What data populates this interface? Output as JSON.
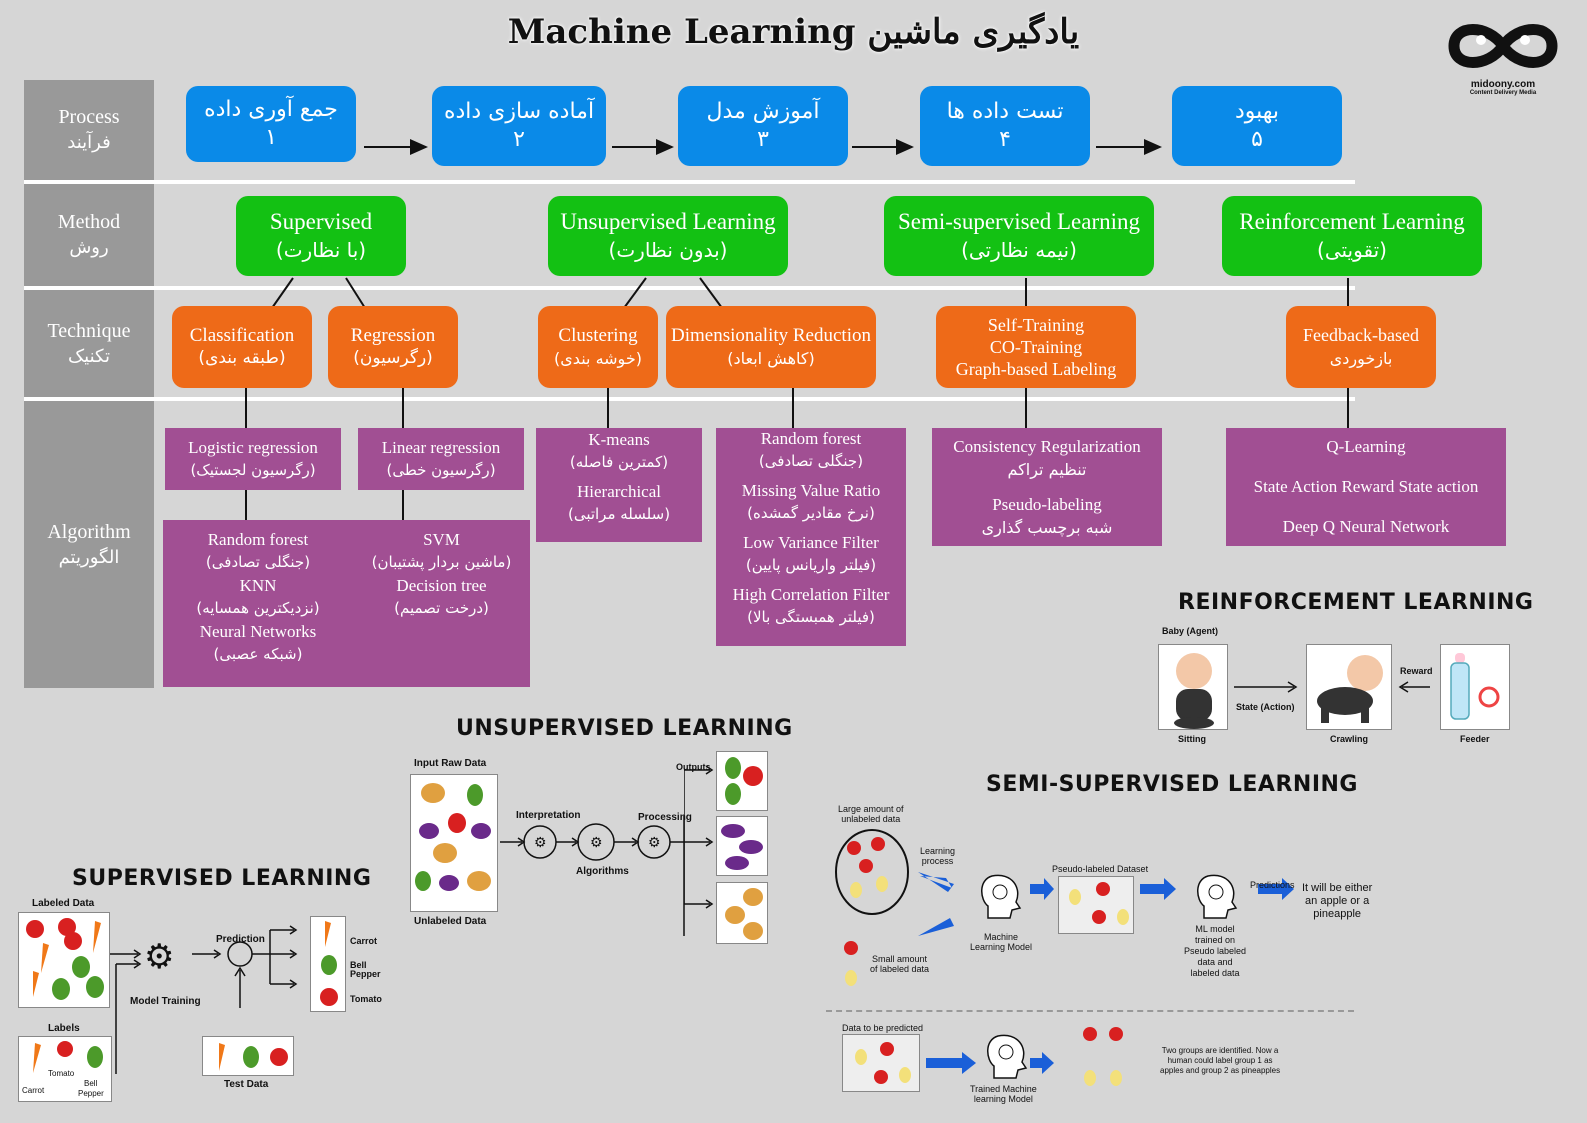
{
  "title": "Machine Learning یادگیری ماشین",
  "logo": {
    "name": "midoony.com",
    "tagline": "Content Delivery Media"
  },
  "rows": {
    "process": {
      "en": "Process",
      "fa": "فرآیند"
    },
    "method": {
      "en": "Method",
      "fa": "روش"
    },
    "technique": {
      "en": "Technique",
      "fa": "تکنیک"
    },
    "algorithm": {
      "en": "Algorithm",
      "fa": "الگوریتم"
    }
  },
  "process_steps": [
    {
      "label": "جمع آوری داده",
      "num": "۱"
    },
    {
      "label": "آماده سازی داده",
      "num": "۲"
    },
    {
      "label": "آموزش مدل",
      "num": "۳"
    },
    {
      "label": "تست داده ها",
      "num": "۴"
    },
    {
      "label": "بهبود",
      "num": "۵"
    }
  ],
  "methods": [
    {
      "en": "Supervised",
      "fa": "(با نظارت)"
    },
    {
      "en": "Unsupervised Learning",
      "fa": "(بدون نظارت)"
    },
    {
      "en": "Semi-supervised Learning",
      "fa": "(نیمه نظارتی)"
    },
    {
      "en": "Reinforcement Learning",
      "fa": "(تقویتی)"
    }
  ],
  "techniques": [
    {
      "en": "Classification",
      "fa": "(طبقه بندی)"
    },
    {
      "en": "Regression",
      "fa": "(رگرسیون)"
    },
    {
      "en": "Clustering",
      "fa": "(خوشه بندی)"
    },
    {
      "en": "Dimensionality Reduction",
      "fa": "(کاهش ابعاد)"
    },
    {
      "lines": [
        "Self-Training",
        "CO-Training",
        "Graph-based Labeling"
      ]
    },
    {
      "en": "Feedback-based",
      "fa": "بازخوردی"
    }
  ],
  "algorithms": {
    "logistic": {
      "en": "Logistic regression",
      "fa": "(رگرسیون لجستیک)"
    },
    "linear": {
      "en": "Linear regression",
      "fa": "(رگرسیون خطی)"
    },
    "classification_more": [
      {
        "en": "Random forest",
        "fa": "(جنگلی تصادفی)"
      },
      {
        "en": "KNN",
        "fa": "(نزدیکترین همسایه)"
      },
      {
        "en": "Neural Networks",
        "fa": "(شبکه عصبی)"
      }
    ],
    "regression_more": [
      {
        "en": "SVM",
        "fa": "(ماشین بردار پشتیبان)"
      },
      {
        "en": "Decision tree",
        "fa": "(درخت تصمیم)"
      }
    ],
    "clustering": [
      {
        "en": "K-means",
        "fa": "(کمترین فاصله)"
      },
      {
        "en": "Hierarchical",
        "fa": "(سلسله مراتبی)"
      }
    ],
    "dimensionality": [
      {
        "en": "Random forest",
        "fa": "(جنگلی تصادفی)"
      },
      {
        "en": "Missing Value Ratio",
        "fa": "(نرخ مقادیر گمشده)"
      },
      {
        "en": "Low Variance Filter",
        "fa": "(فیلتر واریانس پایین)"
      },
      {
        "en": "High Correlation Filter",
        "fa": "(فیلتر همبستگی بالا)"
      }
    ],
    "semi": [
      {
        "en": "Consistency Regularization",
        "fa": "تنظیم تراکم"
      },
      {
        "en": "Pseudo-labeling",
        "fa": "شبه برچسب گذاری"
      }
    ],
    "reinforcement": [
      "Q-Learning",
      "State Action Reward State action",
      "Deep Q Neural Network"
    ]
  },
  "reinforcement_panel": {
    "title": "REINFORCEMENT LEARNING",
    "baby_agent": "Baby (Agent)",
    "sitting": "Sitting",
    "state_action": "State (Action)",
    "crawling": "Crawling",
    "reward": "Reward",
    "feeder": "Feeder"
  },
  "unsupervised_panel": {
    "title": "UNSUPERVISED LEARNING",
    "input": "Input Raw Data",
    "unlabeled": "Unlabeled Data",
    "interpretation": "Interpretation",
    "algorithms": "Algorithms",
    "processing": "Processing",
    "outputs": "Outputs"
  },
  "supervised_panel": {
    "title": "SUPERVISED LEARNING",
    "labeled": "Labeled Data",
    "labels": "Labels",
    "carrot": "Carrot",
    "tomato": "Tomato",
    "bell": "Bell",
    "pepper": "Pepper",
    "model_training": "Model Training",
    "prediction": "Prediction",
    "test_data": "Test Data",
    "out_carrot": "Carrot",
    "out_bell": "Bell",
    "out_pepper": "Pepper",
    "out_tomato": "Tomato"
  },
  "semi_panel": {
    "title": "SEMI-SUPERVISED LEARNING",
    "large1": "Large amount of",
    "large2": "unlabeled data",
    "learning1": "Learning",
    "learning2": "process",
    "small1": "Small amount",
    "small2": "of labeled data",
    "mlm1": "Machine",
    "mlm2": "Learning Model",
    "pseudo": "Pseudo-labeled Dataset",
    "trained": [
      "ML model",
      "trained on",
      "Pseudo labeled",
      "data and",
      "labeled data"
    ],
    "predictions": "Predictions",
    "result": [
      "It will be either",
      "an apple or a",
      "pineapple"
    ],
    "to_predict": "Data to be predicted",
    "tml1": "Trained Machine",
    "tml2": "learning Model",
    "groups": [
      "Two groups are identified. Now a",
      "human could label group 1 as",
      "apples and group 2 as pineapples"
    ]
  }
}
